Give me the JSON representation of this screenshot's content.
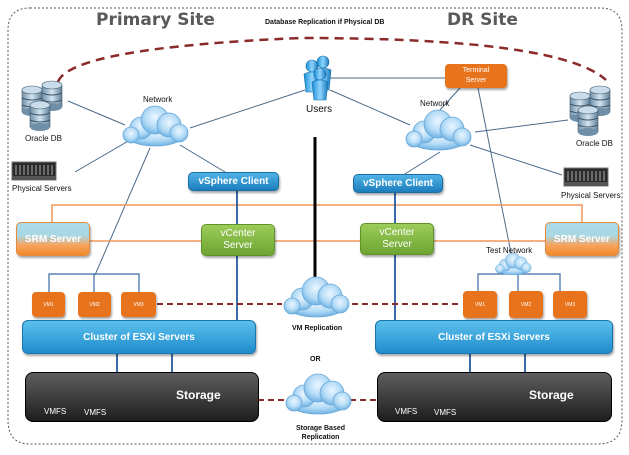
{
  "primary_site": {
    "title": "Primary Site",
    "oracle_db": "Oracle DB",
    "physical_servers": "Physical Servers",
    "network": "Network",
    "vsphere_client": "vSphere Client",
    "vcenter_line1": "vCenter",
    "vcenter_line2": "Server",
    "srm_server": "SRM Server",
    "vms": [
      "VM1",
      "VM2",
      "VM3"
    ],
    "cluster": "Cluster of ESXi Servers",
    "storage": "Storage",
    "vmfs": [
      "VMFS",
      "VMFS"
    ]
  },
  "dr_site": {
    "title": "DR Site",
    "oracle_db": "Oracle DB",
    "physical_servers": "Physical Servers",
    "network": "Network",
    "terminal_line1": "Terminal",
    "terminal_line2": "Server",
    "vsphere_client": "vSphere Client",
    "vcenter_line1": "vCenter",
    "vcenter_line2": "Server",
    "srm_server": "SRM Server",
    "test_network": "Test Network",
    "vms": [
      "VM1",
      "VM2",
      "VM3"
    ],
    "cluster": "Cluster of ESXi Servers",
    "storage": "Storage",
    "vmfs": [
      "VMFS",
      "VMFS"
    ]
  },
  "shared": {
    "db_replication": "Database Replication if Physical DB",
    "users": "Users",
    "vm_replication": "VM Replication",
    "or": "OR",
    "storage_replication_line1": "Storage Based",
    "storage_replication_line2": "Replication"
  },
  "colors": {
    "replication_dash": "#8b2a2a",
    "network_line": "#4a6a8a",
    "orange_line": "#f0965a",
    "blue_link": "#3a6aa8",
    "cloud_fill": "#b8dcf5"
  }
}
